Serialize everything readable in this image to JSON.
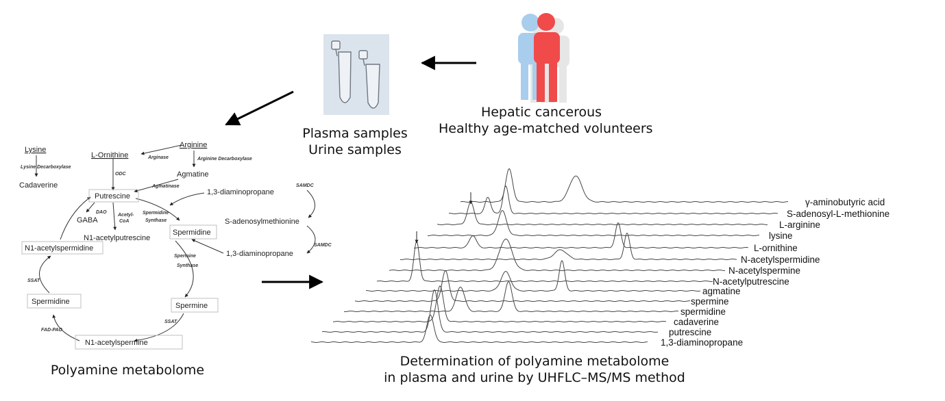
{
  "volunteers": {
    "line1": "Hepatic cancerous",
    "line2": "Healthy age-matched volunteers",
    "colors": {
      "front": "#f04a4a",
      "back": "#a9cdec",
      "shadow": "#e3e3e3"
    }
  },
  "samples": {
    "line1": "Plasma samples",
    "line2": "Urine samples"
  },
  "pathway": {
    "caption": "Polyamine metabolome",
    "nodes": {
      "lysine": "Lysine",
      "cadaverine": "Cadaverine",
      "ornithine": "L-Ornithine",
      "arginine": "Arginine",
      "agmatine": "Agmatine",
      "putrescine": "Putrescine",
      "dap1": "1,3-diaminopropane",
      "gaba": "GABA",
      "acetylputrescine": "N1-acetylputrescine",
      "spermidine_right": "Spermidine",
      "sam": "S-adenosylmethionine",
      "dap2": "1,3-diaminopropane",
      "acetylspermidine": "N1-acetylspermidine",
      "spermidine_left": "Spermidine",
      "spermine": "Spermine",
      "acetylspermine": "N1-acetylspermine"
    },
    "enzymes": {
      "lys_dc": "Lysine Decarboxylase",
      "arginase": "Arginase",
      "arg_dc": "Arginine Decarboxylase",
      "odc": "ODC",
      "agmatinase": "Agmatinase",
      "samdc1": "SAMDC",
      "samdc2": "SAMDC",
      "dao": "DAO",
      "acetylcoa_1": "Acetyl-",
      "acetylcoa_2": "CoA",
      "spd_synth_1": "Spermidine",
      "spd_synth_2": "Synthase",
      "spm_synth_1": "Spermine",
      "spm_synth_2": "Synthase",
      "ssat_left": "SSAT",
      "ssat_right": "SSAT",
      "fad_pao": "FAD-PAO"
    }
  },
  "chromatogram": {
    "caption_line1": "Determination of polyamine metabolome",
    "caption_line2": "in plasma and urine by UHFLC–MS/MS method",
    "traces": [
      "γ-aminobutyric acid",
      "S-adenosyl-L-methionine",
      "L-arginine",
      "lysine",
      "L-ornithine",
      "N-acetylspermidine",
      "N-acetylspermine",
      "N-acetylputrescine",
      "agmatine",
      "spermine",
      "spermidine",
      "cadaverine",
      "putrescine",
      "1,3-diaminopropane"
    ]
  }
}
